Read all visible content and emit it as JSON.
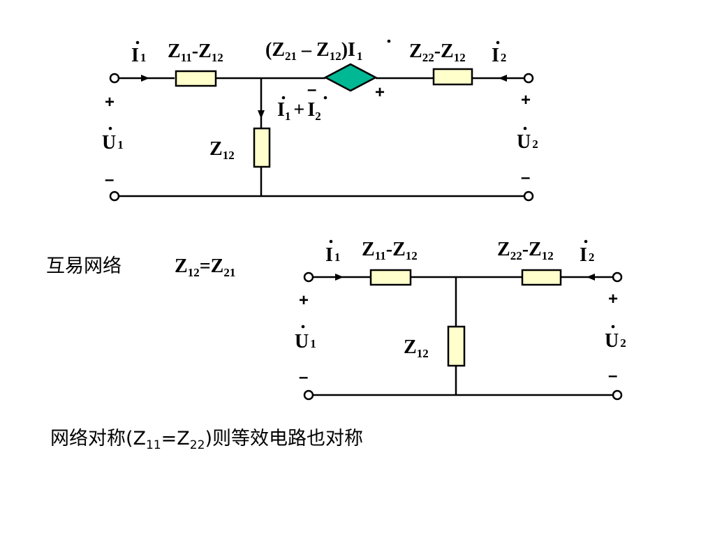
{
  "colors": {
    "resistor_fill": "#FFFFCC",
    "dependent_source_fill": "#00B894",
    "wire": "#000000",
    "background": "#FFFFFF"
  },
  "top_circuit": {
    "current_i1": "I",
    "current_i1_sub": "1",
    "current_i2": "I",
    "current_i2_sub": "2",
    "series_left_Z": "Z",
    "series_left_sub_a": "11",
    "series_left_sub_b": "12",
    "source_label_open": "(Z",
    "source_label_sub_a": "21",
    "source_label_mid": " – Z",
    "source_label_sub_b": "12",
    "source_label_close": ")I",
    "source_label_sub_c": "1",
    "series_right_Z": "Z",
    "series_right_sub_a": "22",
    "series_right_sub_b": "12",
    "shunt_current_I": "I",
    "shunt_current_sub1": "1",
    "shunt_current_plus": "+",
    "shunt_current_sub2": "2",
    "shunt_Z": "Z",
    "shunt_sub": "12",
    "source_minus": "–",
    "source_plus": "+",
    "port1_plus": "+",
    "port1_minus": "–",
    "port1_U": "U",
    "port1_sub": "1",
    "port2_plus": "+",
    "port2_minus": "–",
    "port2_U": "U",
    "port2_sub": "2"
  },
  "reciprocal": {
    "text": "互易网络",
    "eq_Z1": "Z",
    "eq_sub1": "12",
    "eq_mid": "=Z",
    "eq_sub2": "21"
  },
  "bottom_circuit": {
    "current_i1": "I",
    "current_i1_sub": "1",
    "current_i2": "I",
    "current_i2_sub": "2",
    "series_left_Z": "Z",
    "series_left_sub_a": "11",
    "series_left_sub_b": "12",
    "series_right_Z": "Z",
    "series_right_sub_a": "22",
    "series_right_sub_b": "12",
    "shunt_Z": "Z",
    "shunt_sub": "12",
    "port1_plus": "+",
    "port1_minus": "–",
    "port1_U": "U",
    "port1_sub": "1",
    "port2_plus": "+",
    "port2_minus": "–",
    "port2_U": "U",
    "port2_sub": "2"
  },
  "symmetric_note": {
    "text_a": "网络对称(Z",
    "sub_a": "11",
    "text_b": "=Z",
    "sub_b": "22",
    "text_c": ")则等效电路也对称"
  }
}
